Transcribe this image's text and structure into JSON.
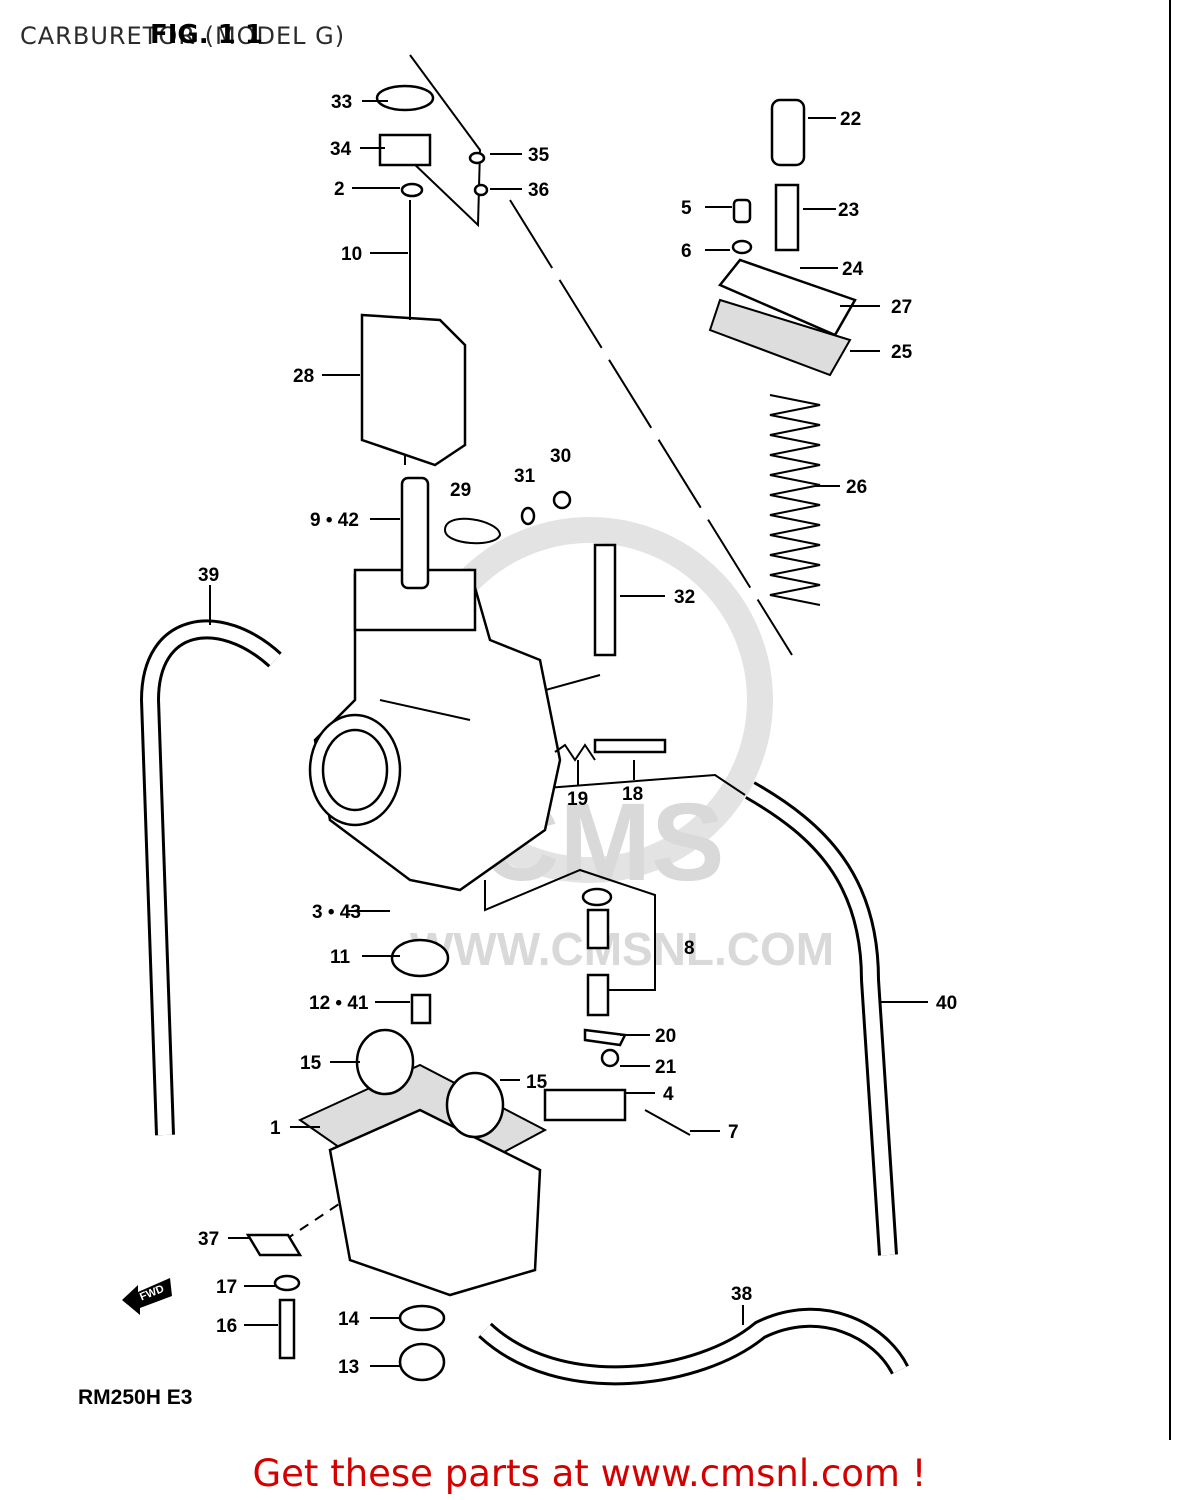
{
  "header": {
    "title": "CARBURETOR (MODEL G)",
    "fig_label": "FIG. 1 1"
  },
  "model_code": "RM250H E3",
  "direction_marker": "FWD",
  "watermark": {
    "brand": "CMS",
    "url": "WWW.CMSNL.COM"
  },
  "footer": {
    "text": "Get these parts at www.cmsnl.com !",
    "color": "#d40000"
  },
  "callouts": [
    "33",
    "34",
    "35",
    "36",
    "2",
    "10",
    "22",
    "23",
    "5",
    "6",
    "24",
    "27",
    "25",
    "28",
    "26",
    "30",
    "31",
    "29",
    "9 • 42",
    "32",
    "39",
    "19",
    "18",
    "3 • 43",
    "8",
    "11",
    "40",
    "12 • 41",
    "20",
    "21",
    "15",
    "15",
    "4",
    "1",
    "7",
    "37",
    "17",
    "16",
    "14",
    "13",
    "38"
  ]
}
